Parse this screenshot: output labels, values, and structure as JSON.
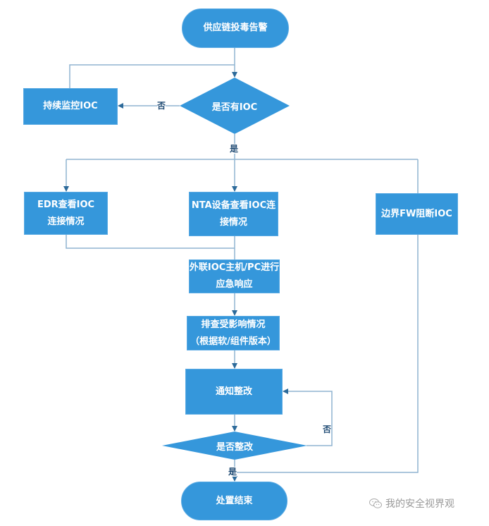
{
  "diagram": {
    "colors": {
      "node_fill": "#3597db",
      "line": "#8fb4d1",
      "arrow": "#2c6a9a",
      "edge_label": "#1e4a73"
    },
    "nodes": {
      "start": "供应链投毒告警",
      "has_ioc": "是否有IOC",
      "monitor": "持续监控IOC",
      "edr": "EDR查看IOC 连接情况",
      "nta": "NTA设备查看IOC连接情况",
      "fw": "边界FW阻断IOC",
      "respond": "外联IOC主机/PC进行应急响应",
      "investigate": "排查受影响情况（根据软/组件版本）",
      "notify": "通知整改",
      "rectified": "是否整改",
      "end": "处置结束"
    },
    "node_lines": {
      "edr": [
        "EDR查看IOC",
        "连接情况"
      ],
      "nta": [
        "NTA设备查看IOC连",
        "接情况"
      ],
      "respond": [
        "外联IOC主机/PC进行",
        "应急响应"
      ],
      "investigate": [
        "排查受影响情况",
        "（根据软/组件版本）"
      ]
    },
    "edge_labels": {
      "has_ioc_no": "否",
      "has_ioc_yes": "是",
      "rectified_no": "否",
      "rectified_yes": "是"
    },
    "edges": [
      {
        "from": "start",
        "to": "has_ioc"
      },
      {
        "from": "has_ioc",
        "to": "monitor",
        "label": "否"
      },
      {
        "from": "monitor",
        "to": "has_ioc"
      },
      {
        "from": "has_ioc",
        "to": "edr",
        "label": "是"
      },
      {
        "from": "has_ioc",
        "to": "nta",
        "label": "是"
      },
      {
        "from": "has_ioc",
        "to": "fw",
        "label": "是"
      },
      {
        "from": "edr",
        "to": "respond"
      },
      {
        "from": "nta",
        "to": "respond"
      },
      {
        "from": "respond",
        "to": "investigate"
      },
      {
        "from": "investigate",
        "to": "notify"
      },
      {
        "from": "notify",
        "to": "rectified"
      },
      {
        "from": "rectified",
        "to": "notify",
        "label": "否"
      },
      {
        "from": "rectified",
        "to": "end",
        "label": "是"
      },
      {
        "from": "fw",
        "to": "end"
      }
    ]
  },
  "watermark": {
    "icon": "wechat-icon",
    "text": "我的安全视界观"
  }
}
